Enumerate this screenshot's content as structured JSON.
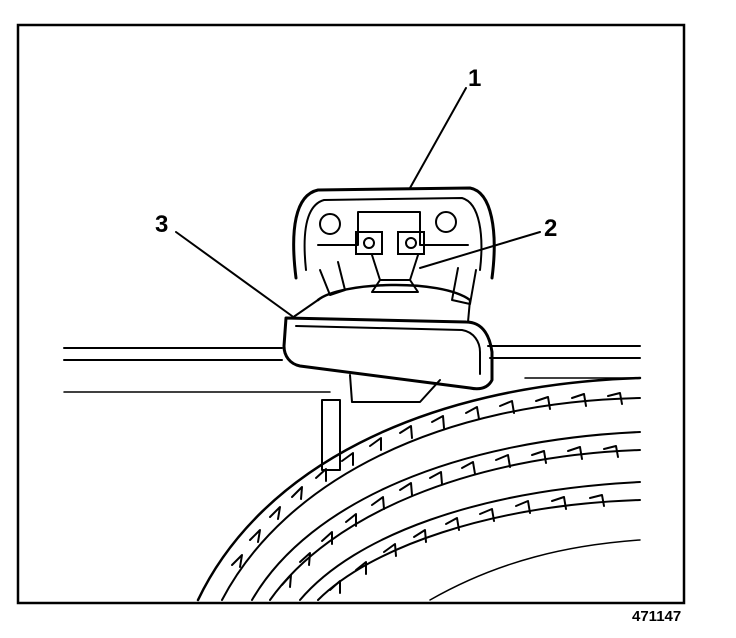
{
  "diagram": {
    "callouts": [
      {
        "id": "1",
        "label": "1"
      },
      {
        "id": "2",
        "label": "2"
      },
      {
        "id": "3",
        "label": "3"
      }
    ],
    "figure_id": "471147",
    "colors": {
      "ink": "#000000",
      "paper": "#ffffff"
    }
  }
}
